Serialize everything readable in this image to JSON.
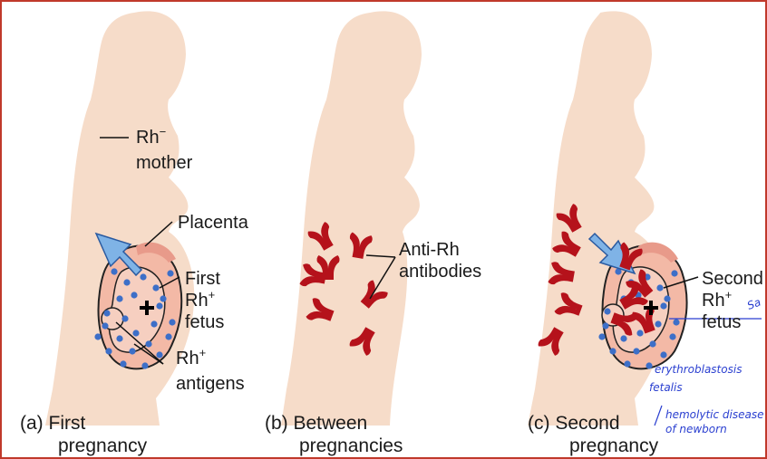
{
  "colors": {
    "border": "#c0392b",
    "body": "#f6dcc9",
    "uterus": "#f3b9a6",
    "rbc": "#3d6fc8",
    "antibody": "#b5121b",
    "arrow": "#7fb3e6",
    "ink": "#2a3fd0"
  },
  "panels": {
    "a": {
      "labels": {
        "mother_1": "Rh",
        "mother_sup": "−",
        "mother_2": "mother",
        "placenta": "Placenta",
        "fetus_1": "First",
        "fetus_2": "Rh",
        "fetus_sup": "+",
        "fetus_3": "fetus",
        "antigens_1": "Rh",
        "antigens_sup": "+",
        "antigens_2": "antigens"
      },
      "caption_1": "(a) First",
      "caption_2": "pregnancy"
    },
    "b": {
      "labels": {
        "antibodies_1": "Anti-Rh",
        "antibodies_2": "antibodies"
      },
      "caption_1": "(b) Between",
      "caption_2": "pregnancies"
    },
    "c": {
      "labels": {
        "fetus_1": "Second",
        "fetus_2": "Rh",
        "fetus_sup": "+",
        "fetus_3": "fetus"
      },
      "caption_1": "(c) Second",
      "caption_2": "pregnancy"
    }
  },
  "handwritten": {
    "line_1": "erythroblastosis",
    "line_2": "fetalis",
    "line_3": "hemolytic disease",
    "line_4": "of newborn",
    "edge_note": "Sa"
  },
  "icons": {
    "plus": "plus-icon",
    "antibody": "y-antibody-icon",
    "arrow": "transfer-arrow-icon"
  }
}
